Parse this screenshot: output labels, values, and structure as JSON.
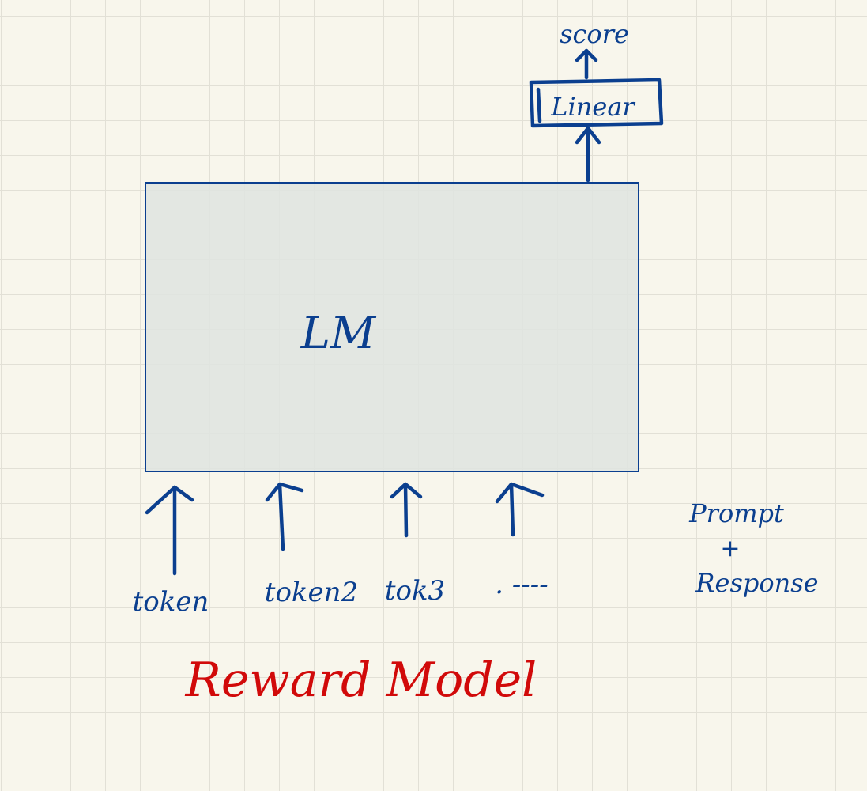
{
  "colors": {
    "ink": "#0b3f8f",
    "accent": "#d10a0a",
    "box_fill": "#dfe4e1",
    "paper": "#f8f6ec"
  },
  "output": {
    "label": "score"
  },
  "head": {
    "label": "Linear"
  },
  "model": {
    "label": "LM"
  },
  "tokens": [
    "token",
    "token2",
    "tok3",
    ". ----"
  ],
  "input_note": {
    "line1": "Prompt",
    "line2": "+",
    "line3": "Response"
  },
  "caption": "Reward Model"
}
